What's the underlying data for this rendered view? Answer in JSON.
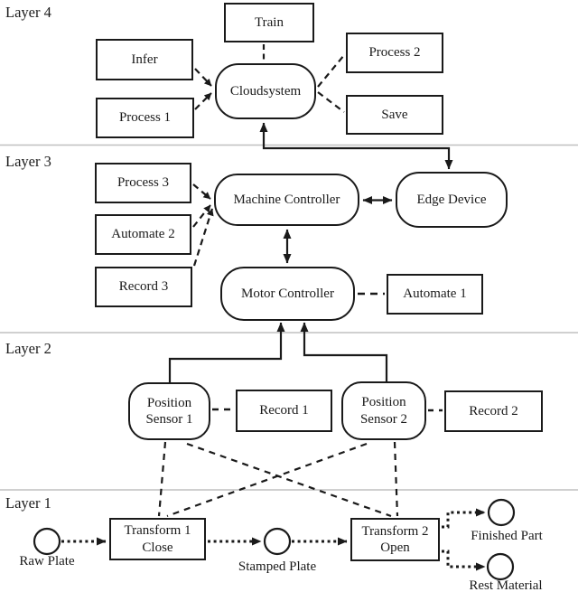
{
  "colors": {
    "stroke": "#1a1a1a",
    "divider": "#c0c0c0",
    "node_fill": "#ffffff"
  },
  "layer_labels": {
    "layer4": "Layer 4",
    "layer3": "Layer 3",
    "layer2": "Layer 2",
    "layer1": "Layer 1"
  },
  "nodes": {
    "train": {
      "label": "Train"
    },
    "infer": {
      "label": "Infer"
    },
    "process1": {
      "label": "Process 1"
    },
    "cloudsystem": {
      "label": "Cloudsystem"
    },
    "process2": {
      "label": "Process 2"
    },
    "save": {
      "label": "Save"
    },
    "process3": {
      "label": "Process 3"
    },
    "automate2": {
      "label": "Automate 2"
    },
    "record3": {
      "label": "Record 3"
    },
    "machine_controller": {
      "label": "Machine Controller"
    },
    "edge_device": {
      "label": "Edge Device"
    },
    "motor_controller": {
      "label": "Motor Controller"
    },
    "automate1": {
      "label": "Automate 1"
    },
    "position_sensor1": {
      "line1": "Position",
      "line2": "Sensor 1"
    },
    "record1": {
      "label": "Record 1"
    },
    "position_sensor2": {
      "line1": "Position",
      "line2": "Sensor 2"
    },
    "record2": {
      "label": "Record 2"
    },
    "transform1": {
      "line1": "Transform 1",
      "line2": "Close"
    },
    "transform2": {
      "line1": "Transform 2",
      "line2": "Open"
    },
    "raw_plate": {
      "label": "Raw Plate"
    },
    "stamped_plate": {
      "label": "Stamped Plate"
    },
    "finished_part": {
      "label": "Finished Part"
    },
    "rest_material": {
      "label": "Rest Material"
    }
  },
  "edges": [
    {
      "from": "Train",
      "to": "Cloudsystem",
      "style": "dashed"
    },
    {
      "from": "Infer",
      "to": "Cloudsystem",
      "style": "dashed-arrow"
    },
    {
      "from": "Process 1",
      "to": "Cloudsystem",
      "style": "dashed-arrow"
    },
    {
      "from": "Cloudsystem",
      "to": "Process 2",
      "style": "dashed"
    },
    {
      "from": "Cloudsystem",
      "to": "Save",
      "style": "dashed"
    },
    {
      "from": "Cloudsystem",
      "to": "Edge Device",
      "style": "solid-bidirectional-elbow"
    },
    {
      "from": "Process 3",
      "to": "Machine Controller",
      "style": "dashed-arrow"
    },
    {
      "from": "Automate 2",
      "to": "Machine Controller",
      "style": "dashed-arrow"
    },
    {
      "from": "Record 3",
      "to": "Machine Controller",
      "style": "dashed-arrow"
    },
    {
      "from": "Machine Controller",
      "to": "Edge Device",
      "style": "solid-bidirectional"
    },
    {
      "from": "Machine Controller",
      "to": "Motor Controller",
      "style": "solid-bidirectional"
    },
    {
      "from": "Motor Controller",
      "to": "Automate 1",
      "style": "dashed"
    },
    {
      "from": "Position Sensor 1",
      "to": "Motor Controller",
      "style": "solid-arrow-elbow"
    },
    {
      "from": "Position Sensor 2",
      "to": "Motor Controller",
      "style": "solid-arrow-elbow"
    },
    {
      "from": "Position Sensor 1",
      "to": "Record 1",
      "style": "dashed"
    },
    {
      "from": "Position Sensor 2",
      "to": "Record 2",
      "style": "dashed"
    },
    {
      "from": "Position Sensor 1",
      "to": "Transform 1",
      "style": "dashed"
    },
    {
      "from": "Position Sensor 1",
      "to": "Transform 2",
      "style": "dashed"
    },
    {
      "from": "Position Sensor 2",
      "to": "Transform 1",
      "style": "dashed"
    },
    {
      "from": "Position Sensor 2",
      "to": "Transform 2",
      "style": "dashed"
    },
    {
      "from": "Raw Plate",
      "to": "Transform 1",
      "style": "dotted-arrow"
    },
    {
      "from": "Transform 1",
      "to": "Stamped Plate",
      "style": "dotted-arrow"
    },
    {
      "from": "Stamped Plate",
      "to": "Transform 2",
      "style": "dotted-arrow"
    },
    {
      "from": "Transform 2",
      "to": "Finished Part",
      "style": "dotted-arrow"
    },
    {
      "from": "Transform 2",
      "to": "Rest Material",
      "style": "dotted-arrow"
    }
  ]
}
